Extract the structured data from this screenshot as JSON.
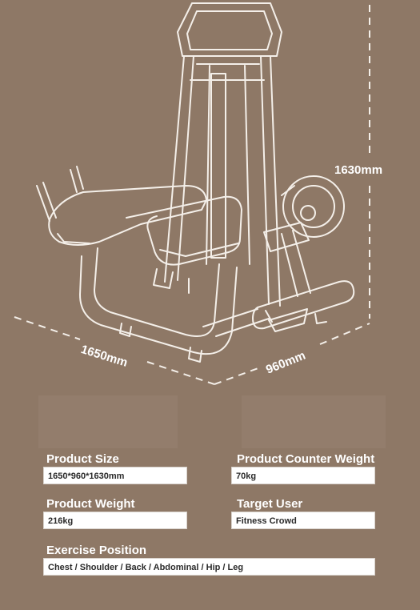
{
  "dimensions": {
    "height": "1630mm",
    "length": "1650mm",
    "width": "960mm"
  },
  "specs": {
    "product_size": {
      "label": "Product Size",
      "value": "1650*960*1630mm"
    },
    "counter_weight": {
      "label": "Product Counter Weight",
      "value": "70kg"
    },
    "product_weight": {
      "label": "Product Weight",
      "value": "216kg"
    },
    "target_user": {
      "label": "Target User",
      "value": "Fitness Crowd"
    },
    "exercise_position": {
      "label": "Exercise Position",
      "value": "Chest / Shoulder / Back / Abdominal / Hip / Leg"
    }
  },
  "colors": {
    "background": "#8e7866",
    "line": "#ffffff",
    "field": "#ffffff"
  }
}
